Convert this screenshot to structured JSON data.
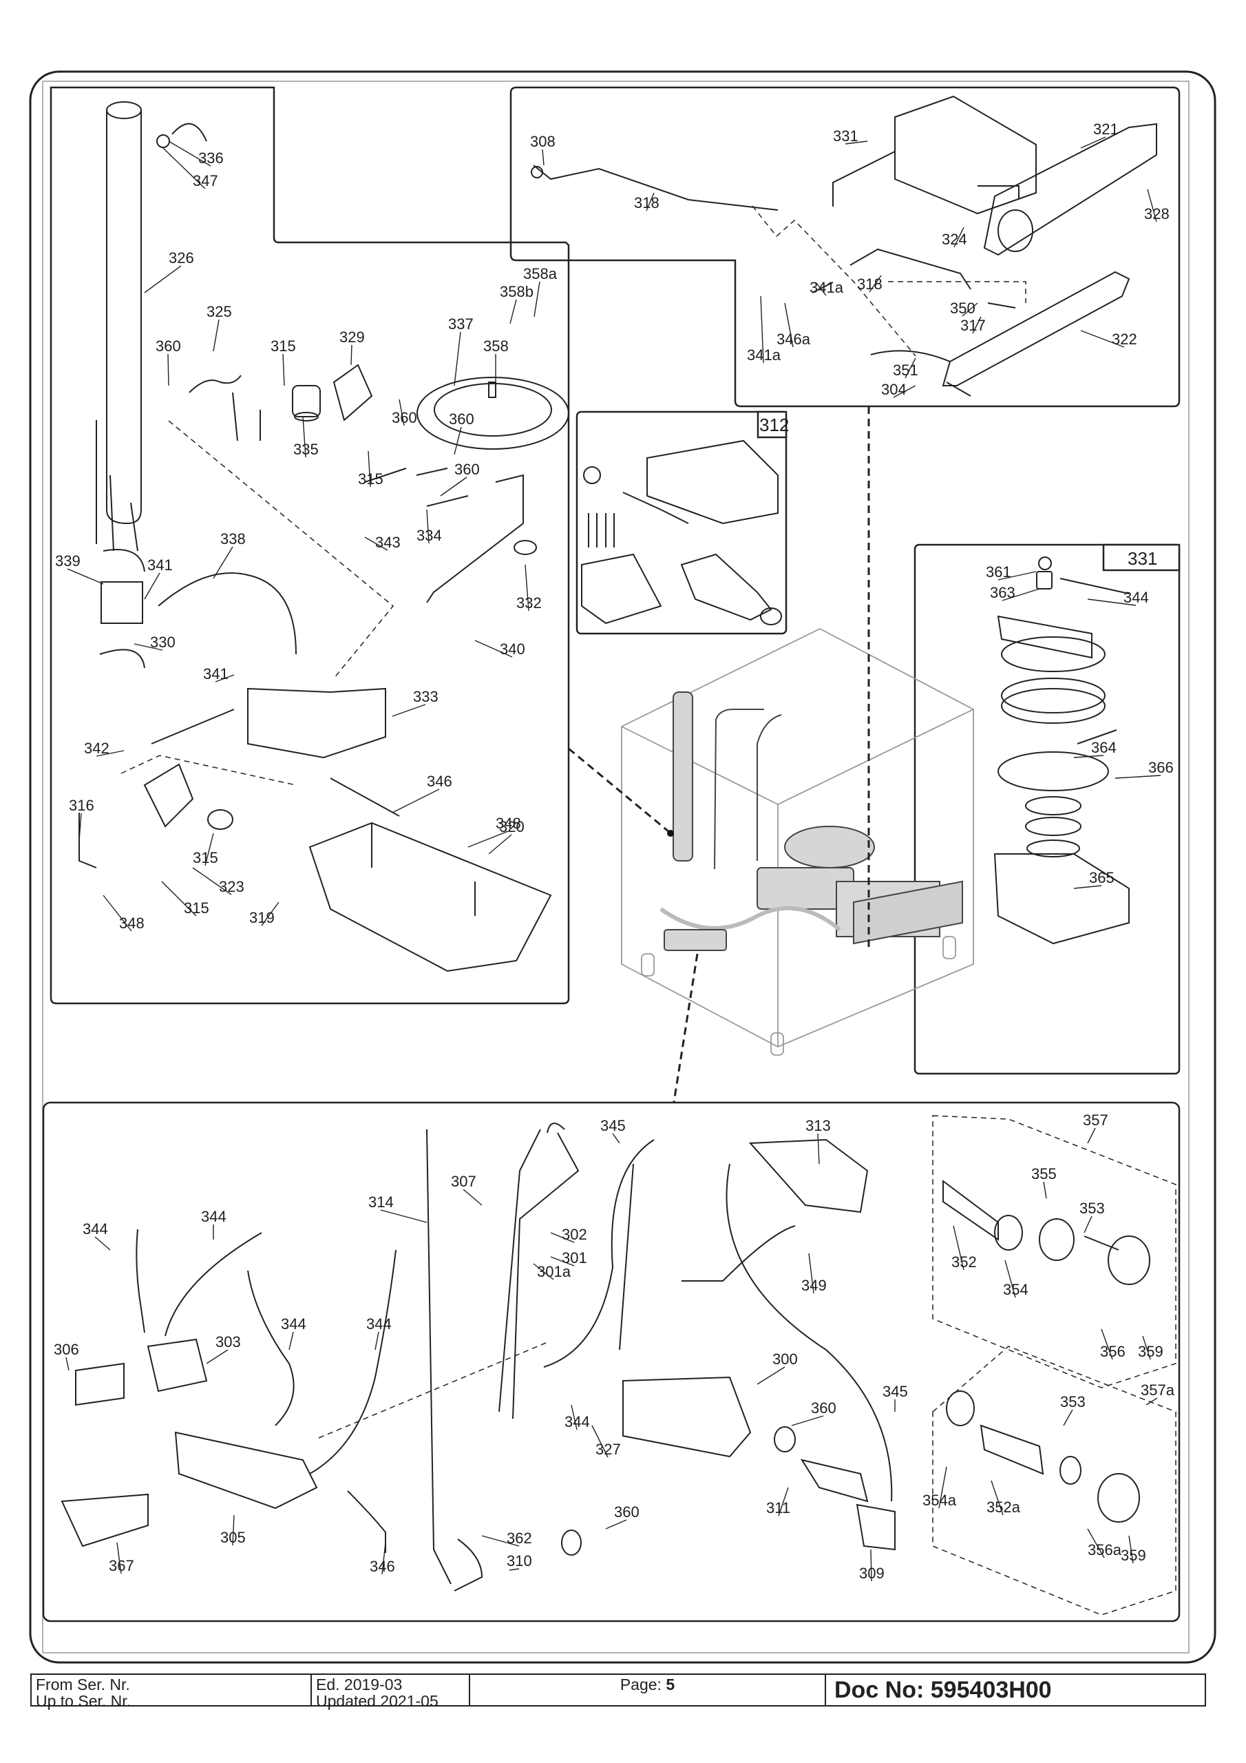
{
  "document": {
    "type": "exploded parts diagram",
    "page_label": "Page:",
    "page_number": "5",
    "doc_no": "Doc No: 595403H00",
    "from_serial": "From Ser. Nr.",
    "up_to_serial": "Up to Ser. Nr.",
    "edition": "Ed. 2019-03",
    "updated": "Updated 2021-05"
  },
  "assembly_boxes": {
    "box_312": "312",
    "box_331": "331"
  },
  "panels": {
    "upper_left": {
      "callouts": [
        "336",
        "347",
        "326",
        "325",
        "360",
        "315",
        "329",
        "337",
        "358",
        "358b",
        "358a",
        "360",
        "335",
        "315",
        "360",
        "360",
        "334",
        "343",
        "332",
        "339",
        "341",
        "338",
        "330",
        "340",
        "341",
        "333",
        "342",
        "316",
        "346",
        "348",
        "315",
        "320",
        "323",
        "315",
        "348",
        "319"
      ]
    },
    "upper_right": {
      "callouts": [
        "308",
        "331",
        "321",
        "328",
        "318",
        "324",
        "318",
        "350",
        "317",
        "341a",
        "346a",
        "341a",
        "322",
        "351",
        "304"
      ]
    },
    "assembly_331": {
      "callouts": [
        "361",
        "363",
        "344",
        "364",
        "366",
        "365"
      ]
    },
    "lower": {
      "callouts": [
        "345",
        "313",
        "357",
        "314",
        "307",
        "302",
        "301",
        "301a",
        "355",
        "353",
        "344",
        "344",
        "352",
        "354",
        "349",
        "344",
        "344",
        "306",
        "303",
        "300",
        "356",
        "359",
        "357a",
        "360",
        "344",
        "353",
        "345",
        "327",
        "354a",
        "352a",
        "311",
        "305",
        "360",
        "362",
        "346",
        "310",
        "367",
        "309",
        "356a",
        "359"
      ]
    }
  }
}
